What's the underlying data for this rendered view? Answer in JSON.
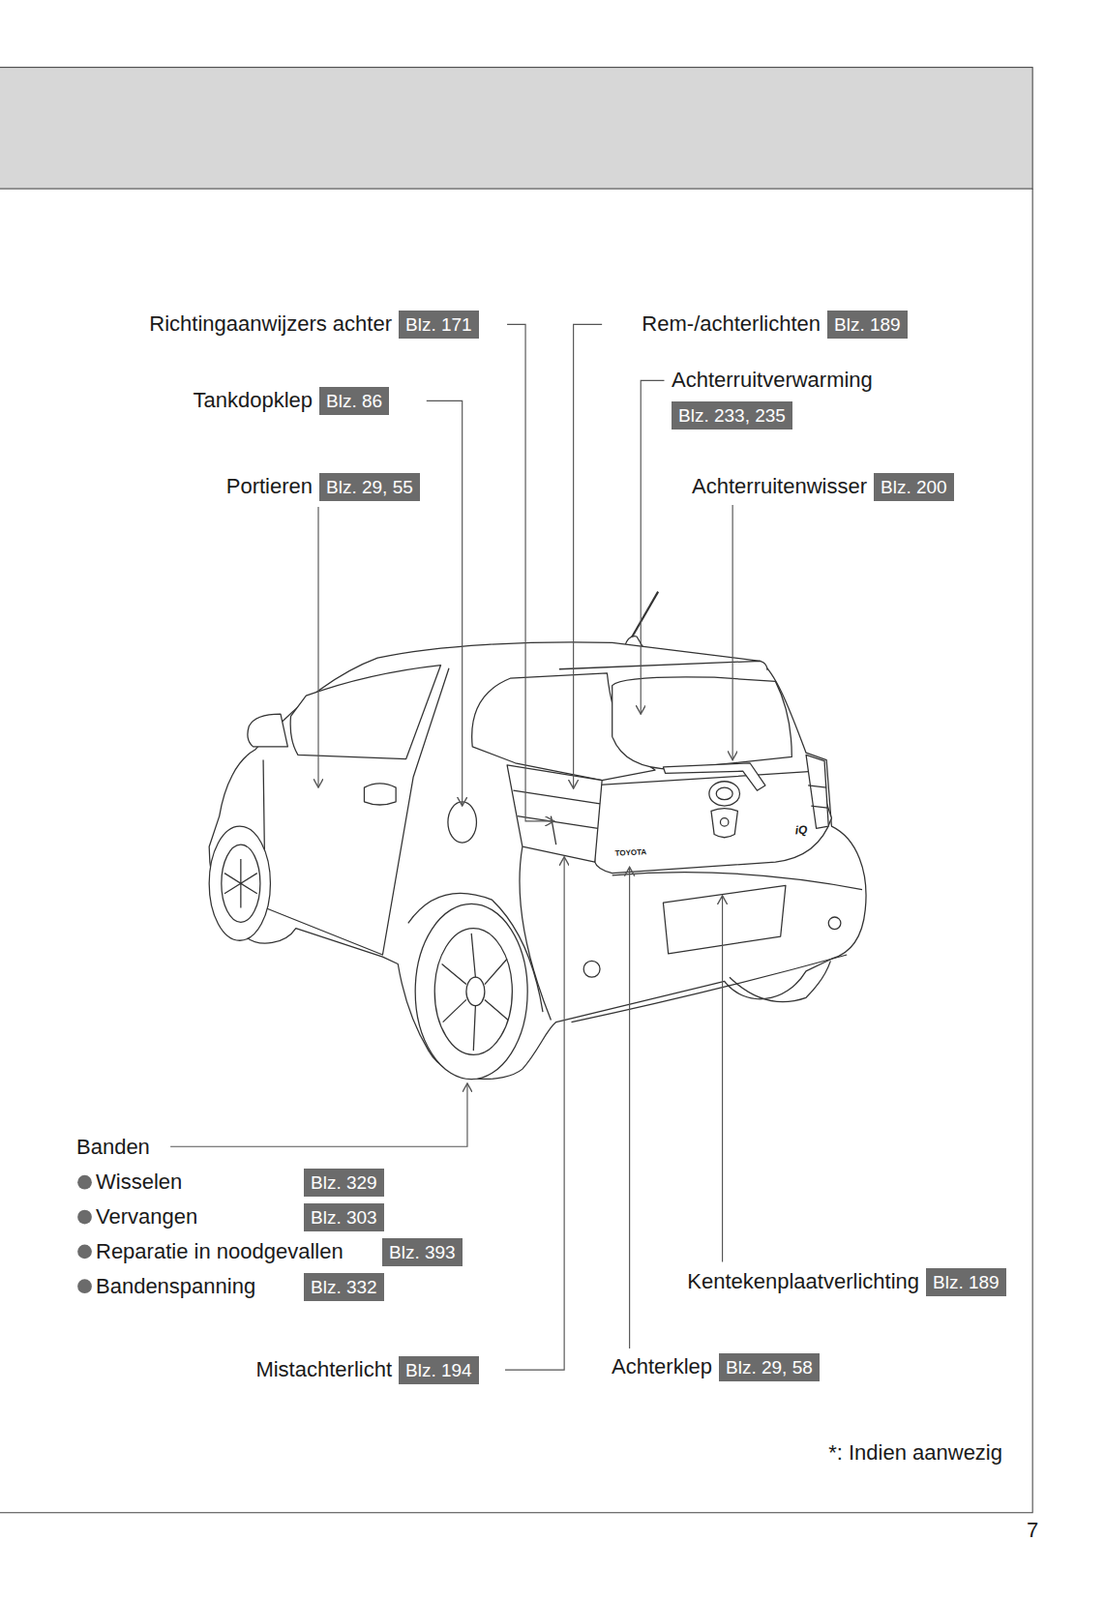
{
  "diagram": {
    "nodes": [
      {
        "text": [
          "Blz. 171"
        ]
      },
      {
        "text": [
          "Blz. 189"
        ]
      },
      {
        "text": [
          "Blz. 233, 235"
        ]
      },
      {
        "text": [
          "Blz. 86"
        ]
      },
      {
        "text": [
          "Blz. 29, 55"
        ]
      },
      {
        "text": [
          "Blz. 200"
        ]
      },
      {
        "text": [
          "Blz. 329"
        ]
      },
      {
        "text": [
          "Blz. 303"
        ]
      },
      {
        "text": [
          "Blz. 393"
        ]
      },
      {
        "text": [
          "Blz. 332"
        ]
      },
      {
        "text": [
          "Blz. 189"
        ]
      },
      {
        "text": [
          "Blz. 194"
        ]
      },
      {
        "text": [
          "Blz. 29, 58"
        ]
      }
    ],
    "labels": [
      "Richtingaanwijzers achter",
      "Rem-/achterlichten",
      "Achterruitverwarming",
      "Tankdopklep",
      "Portieren",
      "Achterruitenwisser",
      "TOYOTA",
      "iQ",
      "Banden",
      "Wisselen",
      "Vervangen",
      "Reparatie in noodgevallen",
      "Bandenspanning",
      "Kentekenplaatverlichting",
      "Mistachterlicht",
      "Achterklep",
      "*: Indien aanwezig",
      "7"
    ]
  }
}
